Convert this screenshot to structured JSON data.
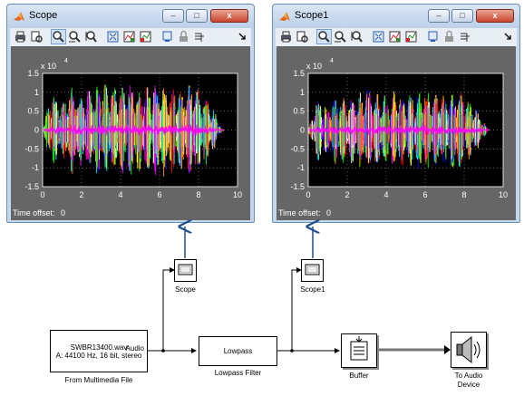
{
  "scopes": [
    {
      "title": "Scope",
      "time_offset_label": "Time offset:",
      "time_offset_value": "0",
      "exponent_label": "x 10",
      "exponent_power": "4",
      "y_ticks": [
        "1.5",
        "1",
        "0.5",
        "0",
        "-0.5",
        "-1",
        "-1.5"
      ],
      "x_ticks": [
        "0",
        "2",
        "4",
        "6",
        "8",
        "10"
      ]
    },
    {
      "title": "Scope1",
      "time_offset_label": "Time offset:",
      "time_offset_value": "0",
      "exponent_label": "x 10",
      "exponent_power": "4",
      "y_ticks": [
        "1.5",
        "1",
        "0.5",
        "0",
        "-0.5",
        "-1",
        "-1.5"
      ],
      "x_ticks": [
        "0",
        "2",
        "4",
        "6",
        "8",
        "10"
      ]
    }
  ],
  "window_buttons": {
    "minimize": "–",
    "maximize": "□",
    "close": "x"
  },
  "toolbar_icons": [
    "print-icon",
    "print-preview-icon",
    "zoom-icon",
    "zoom-x-icon",
    "zoom-y-icon",
    "autoscale-icon",
    "save-axes-icon",
    "restore-axes-icon",
    "params-icon",
    "lock-icon",
    "signal-select-icon"
  ],
  "chart_data": [
    {
      "type": "line",
      "title": "Scope",
      "xlim": [
        0,
        10
      ],
      "ylim": [
        -15000,
        15000
      ],
      "x_ticks": [
        0,
        2,
        4,
        6,
        8,
        10
      ],
      "y_ticks": [
        -15000,
        -10000,
        -5000,
        0,
        5000,
        10000,
        15000
      ],
      "grid": true,
      "note_signal": "dense multicolor audio waveform; amplitude envelope below",
      "envelope": {
        "x": [
          0.0,
          0.5,
          1.0,
          1.5,
          2.0,
          2.5,
          3.0,
          3.5,
          4.0,
          4.5,
          5.0,
          5.5,
          6.0,
          6.5,
          7.0,
          7.5,
          7.8,
          8.0,
          8.5,
          9.0,
          9.2,
          10.0
        ],
        "y": [
          300,
          11000,
          7000,
          12000,
          10000,
          11000,
          13000,
          12000,
          11500,
          12500,
          11000,
          12000,
          13000,
          12000,
          11000,
          12000,
          13500,
          11000,
          9000,
          3000,
          300,
          0
        ]
      }
    },
    {
      "type": "line",
      "title": "Scope1",
      "xlim": [
        0,
        10
      ],
      "ylim": [
        -15000,
        15000
      ],
      "x_ticks": [
        0,
        2,
        4,
        6,
        8,
        10
      ],
      "y_ticks": [
        -15000,
        -10000,
        -5000,
        0,
        5000,
        10000,
        15000
      ],
      "grid": true,
      "note_signal": "dense multicolor audio waveform; amplitude envelope below",
      "envelope": {
        "x": [
          0.0,
          0.5,
          1.0,
          1.5,
          2.0,
          2.5,
          3.0,
          3.5,
          4.0,
          4.5,
          5.0,
          5.5,
          6.0,
          6.5,
          7.0,
          7.5,
          7.8,
          8.0,
          8.5,
          9.0,
          9.2,
          10.0
        ],
        "y": [
          300,
          9000,
          6000,
          10000,
          8500,
          9500,
          11000,
          10000,
          9500,
          10500,
          9000,
          10500,
          11000,
          10000,
          9500,
          10500,
          12000,
          9000,
          7000,
          2500,
          300,
          0
        ]
      }
    }
  ],
  "blocks": {
    "source": {
      "line1": "SWBR13400.wav",
      "line2": "A: 44100 Hz, 16 bit, stereo",
      "port": "Audio",
      "label": "From Multimedia File"
    },
    "lowpass": {
      "text": "Lowpass",
      "label": "Lowpass Filter"
    },
    "buffer": {
      "label": "Buffer"
    },
    "audio_out": {
      "label_line1": "To Audio",
      "label_line2": "Device"
    },
    "scope": {
      "label": "Scope"
    },
    "scope1": {
      "label": "Scope1"
    }
  },
  "colors": {
    "plot_bg": "#000000",
    "plot_area": "#666666",
    "window_frame": "#c5d7ec",
    "arrow": "#1f4e8c",
    "waveform": [
      "#ff00ff",
      "#00ff00",
      "#ffff00",
      "#00ffff",
      "#ff0000",
      "#0000ff",
      "#ff8800",
      "#ffffff"
    ]
  }
}
